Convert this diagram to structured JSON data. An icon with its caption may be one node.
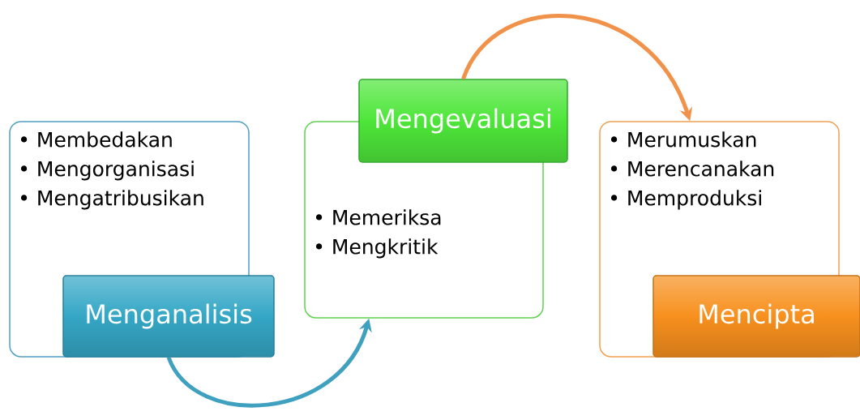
{
  "diagram": {
    "nodes": [
      {
        "text": [
          "• Membedakan",
          "• Mengorganisasi",
          "• Mengatribusikan"
        ]
      },
      {
        "text": [
          "Menganalisis"
        ]
      },
      {
        "text": [
          "• Memeriksa",
          "• Mengkritik"
        ]
      },
      {
        "text": [
          "Mengevaluasi"
        ]
      },
      {
        "text": [
          "• Merumuskan",
          "• Merencanakan",
          "• Memproduksi"
        ]
      },
      {
        "text": [
          "Mencipta"
        ]
      }
    ],
    "edges": [
      {
        "from": 1,
        "to": 2,
        "arrow": "to",
        "color": "#3fa0bf"
      },
      {
        "from": 3,
        "to": 4,
        "arrow": "to",
        "color": "#f0924a"
      }
    ]
  }
}
